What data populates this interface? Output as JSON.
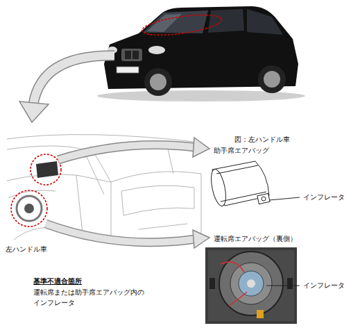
{
  "diagram": {
    "labels": [
      "図：左ハンドル車",
      "助手席エアバッグ",
      "インフレータ",
      "運転席エアバッグ（裏側）",
      "インフレータ",
      "左ハンドル車",
      "基準不適合箇所",
      "運転席または助手席エアバッグ内の インフレータ"
    ]
  }
}
